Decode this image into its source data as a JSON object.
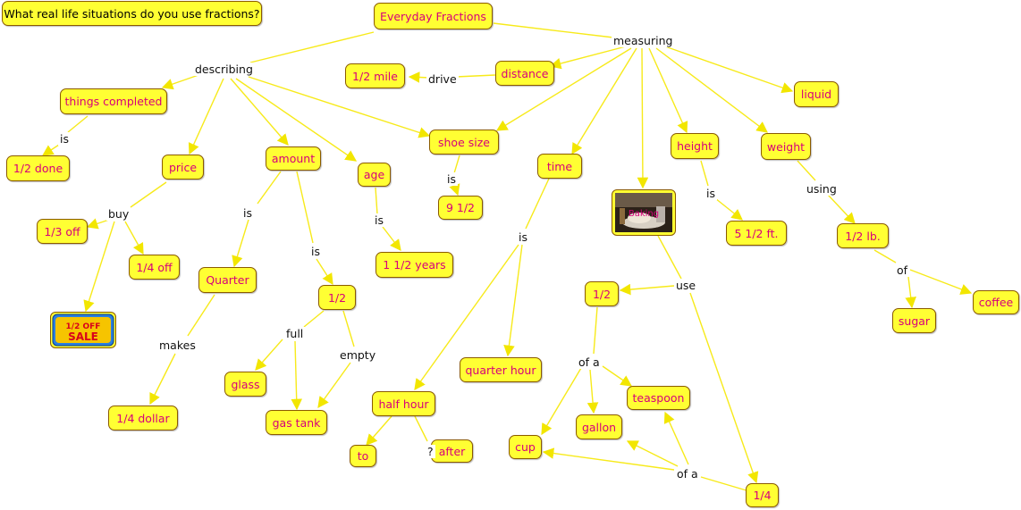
{
  "focus_question": "What real life situations do you use fractions?",
  "concepts": {
    "everyday_fractions": "Everyday Fractions",
    "things_completed": "things completed",
    "half_done": "1/2 done",
    "price": "price",
    "third_off": "1/3 off",
    "quarter_off": "1/4 off",
    "sale_sign": "1/2 OFF SALE",
    "amount": "amount",
    "quarter": "Quarter",
    "quarter_dollar": "1/4 dollar",
    "half": "1/2",
    "glass": "glass",
    "gas_tank": "gas tank",
    "age": "age",
    "age_value": "1 1/2 years",
    "half_mile": "1/2 mile",
    "distance": "distance",
    "shoe_size": "shoe size",
    "shoe_value": "9 1/2",
    "time": "time",
    "quarter_hour": "quarter hour",
    "half_hour": "half hour",
    "to": "to",
    "after": "after",
    "baking_image": "Baking",
    "half_measure": "1/2",
    "cup": "cup",
    "gallon": "gallon",
    "teaspoon": "teaspoon",
    "quarter_measure": "1/4",
    "height": "height",
    "height_value": "5 1/2 ft.",
    "weight": "weight",
    "half_pound": "1/2 lb.",
    "sugar": "sugar",
    "coffee": "coffee",
    "liquid": "liquid"
  },
  "linking_phrases": {
    "describing": "describing",
    "measuring": "measuring",
    "is_completed": "is",
    "buy": "buy",
    "is_amount_quarter": "is",
    "is_amount_half": "is",
    "makes": "makes",
    "full": "full",
    "empty": "empty",
    "is_age": "is",
    "drive": "drive",
    "is_shoe": "is",
    "is_time": "is",
    "question_mark": "?",
    "use": "use",
    "of_a_upper": "of a",
    "of_a_lower": "of a",
    "is_height": "is",
    "using": "using",
    "of": "of"
  },
  "colors": {
    "node_fill": "#ffff33",
    "node_border": "#8a5a00",
    "node_text": "#d6007a",
    "edge": "#ffff33"
  }
}
